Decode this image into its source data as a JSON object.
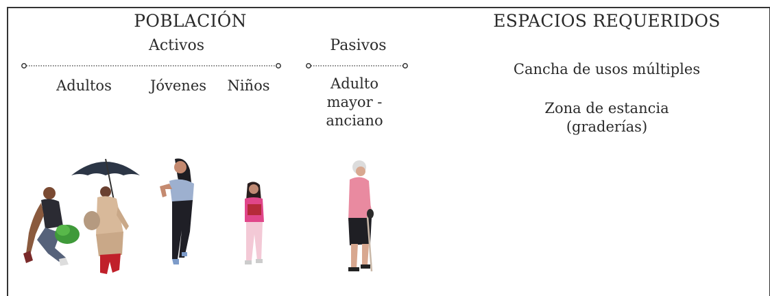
{
  "poblacion": {
    "title": "POBLACIÓN",
    "activos": {
      "label": "Activos",
      "groups": [
        "Adultos",
        "Jóvenes",
        "Niños"
      ]
    },
    "pasivos": {
      "label": "Pasivos",
      "groups": [
        "Adulto mayor - anciano"
      ]
    }
  },
  "espacios": {
    "title": "ESPACIOS REQUERIDOS",
    "items": [
      "Cancha de usos múltiples",
      "Zona de estancia (graderías)"
    ]
  }
}
